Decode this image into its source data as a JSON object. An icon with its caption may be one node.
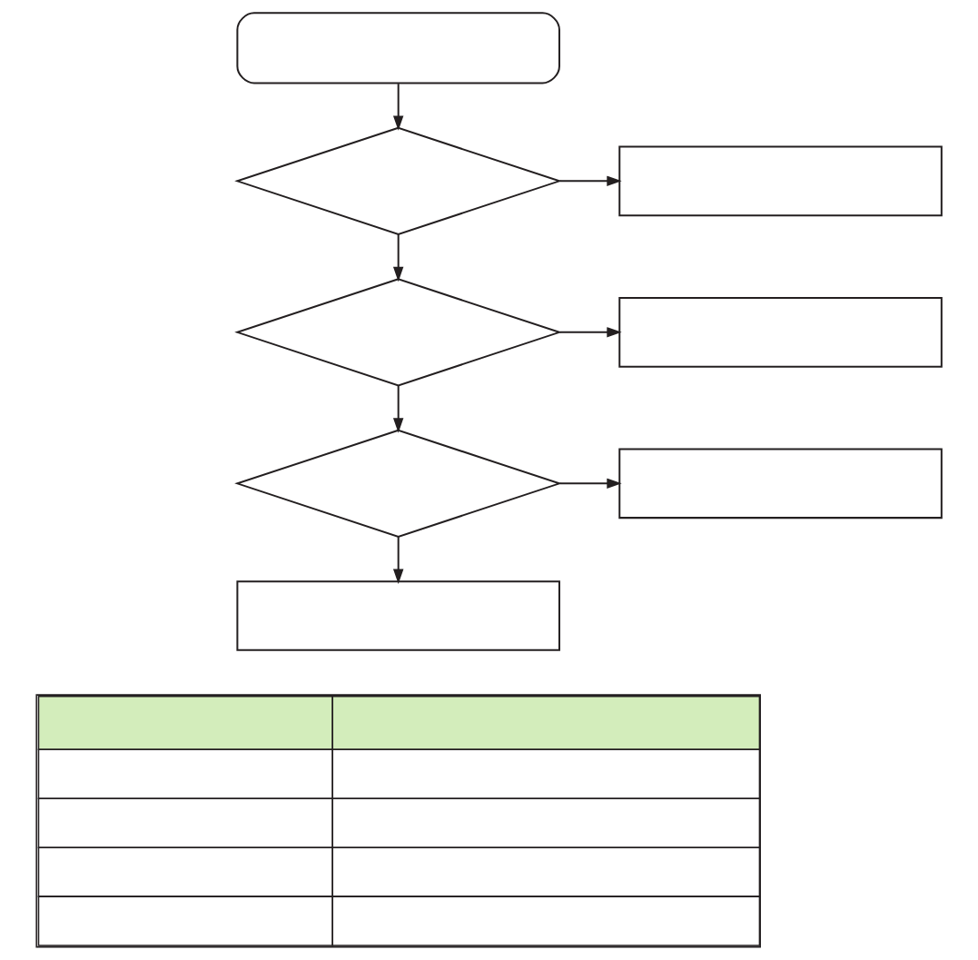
{
  "diagram": {
    "nodes": [
      {
        "text": [],
        "shape": "terminal"
      },
      {
        "text": [],
        "shape": "diamond"
      },
      {
        "text": [],
        "shape": "box"
      },
      {
        "text": [],
        "shape": "diamond"
      },
      {
        "text": [],
        "shape": "box"
      },
      {
        "text": [],
        "shape": "diamond"
      },
      {
        "text": [],
        "shape": "box"
      },
      {
        "text": [],
        "shape": "box"
      },
      {
        "text": [],
        "shape": "table"
      }
    ],
    "edges": [
      {
        "from": 0,
        "to": 1,
        "arrow": "to"
      },
      {
        "from": 1,
        "to": 2,
        "arrow": "to"
      },
      {
        "from": 1,
        "to": 3,
        "arrow": "to"
      },
      {
        "from": 3,
        "to": 4,
        "arrow": "to"
      },
      {
        "from": 3,
        "to": 5,
        "arrow": "to"
      },
      {
        "from": 5,
        "to": 6,
        "arrow": "to"
      },
      {
        "from": 5,
        "to": 7,
        "arrow": "to"
      }
    ]
  }
}
